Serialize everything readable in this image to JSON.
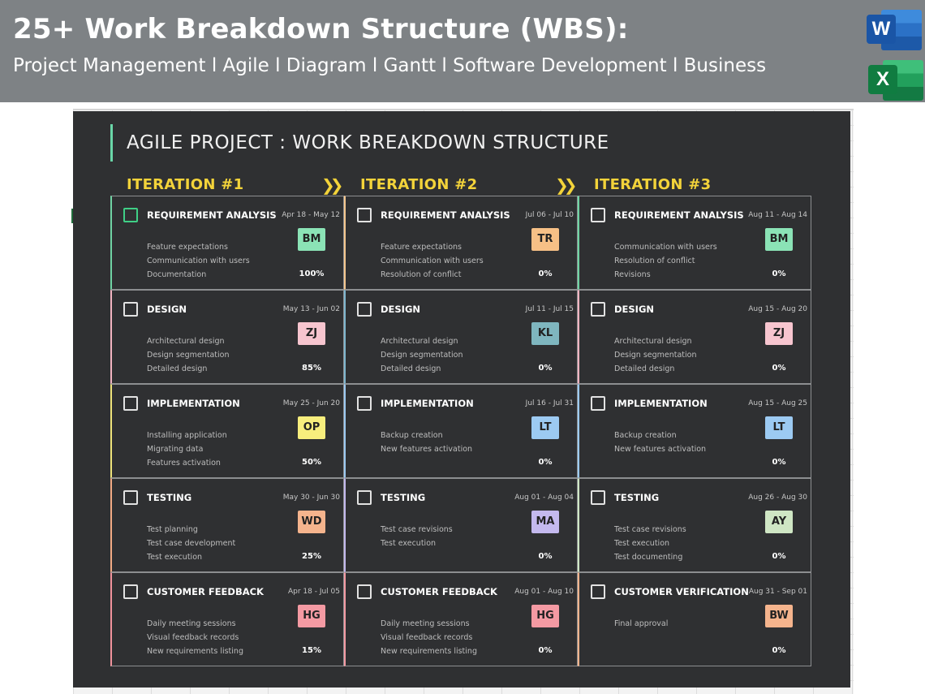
{
  "header": {
    "title": "25+ Work Breakdown Structure (WBS):",
    "subtitle": "Project Management l Agile l Diagram l Gantt l Software Development l Business",
    "word_icon_letter": "W",
    "excel_icon_letter": "X"
  },
  "board": {
    "title": "AGILE PROJECT : WORK BREAKDOWN STRUCTURE",
    "iterations": [
      {
        "label": "ITERATION #1",
        "cells": [
          {
            "task": "REQUIREMENT ANALYSIS",
            "date": "Apr 18 - May 12",
            "items": [
              "Feature expectations",
              "Communication with users",
              "Documentation"
            ],
            "owner": "BM",
            "owner_color": "#8be3b6",
            "percent": "100%",
            "accent": "#6fd3a3",
            "checkbox_active": true
          },
          {
            "task": "DESIGN",
            "date": "May 13 - Jun 02",
            "items": [
              "Architectural design",
              "Design segmentation",
              "Detailed design"
            ],
            "owner": "ZJ",
            "owner_color": "#f7c5cf",
            "percent": "85%",
            "accent": "#f2b4c1"
          },
          {
            "task": "IMPLEMENTATION",
            "date": "May 25 - Jun 20",
            "items": [
              "Installing application",
              "Migrating data",
              "Features activation"
            ],
            "owner": "OP",
            "owner_color": "#f7ee7d",
            "percent": "50%",
            "accent": "#eee27a"
          },
          {
            "task": "TESTING",
            "date": "May 30 - Jun 30",
            "items": [
              "Test planning",
              "Test case development",
              "Test execution"
            ],
            "owner": "WD",
            "owner_color": "#f5b48d",
            "percent": "25%",
            "accent": "#f2aa84"
          },
          {
            "task": "CUSTOMER FEEDBACK",
            "date": "Apr 18 - Jul 05",
            "items": [
              "Daily meeting sessions",
              "Visual feedback records",
              "New requirements listing"
            ],
            "owner": "HG",
            "owner_color": "#f49aa3",
            "percent": "15%",
            "accent": "#f0939c"
          }
        ]
      },
      {
        "label": "ITERATION #2",
        "cells": [
          {
            "task": "REQUIREMENT ANALYSIS",
            "date": "Jul 06 - Jul 10",
            "items": [
              "Feature expectations",
              "Communication with users",
              "Resolution of conflict"
            ],
            "owner": "TR",
            "owner_color": "#f7c086",
            "percent": "0%",
            "accent": "#f5c78e"
          },
          {
            "task": "DESIGN",
            "date": "Jul 11 - Jul 15",
            "items": [
              "Architectural design",
              "Design segmentation",
              "Detailed design"
            ],
            "owner": "KL",
            "owner_color": "#7fb6bf",
            "percent": "0%",
            "accent": "#7fb6cf"
          },
          {
            "task": "IMPLEMENTATION",
            "date": "Jul 16 - Jul 31",
            "items": [
              "Backup creation",
              "New features activation"
            ],
            "owner": "LT",
            "owner_color": "#9ccaf2",
            "percent": "0%",
            "accent": "#9ccaf2"
          },
          {
            "task": "TESTING",
            "date": "Aug 01 - Aug 04",
            "items": [
              "Test case revisions",
              "Test execution"
            ],
            "owner": "MA",
            "owner_color": "#c4b9ee",
            "percent": "0%",
            "accent": "#c4b9ee"
          },
          {
            "task": "CUSTOMER FEEDBACK",
            "date": "Aug 01 - Aug 10",
            "items": [
              "Daily meeting sessions",
              "Visual feedback records",
              "New requirements listing"
            ],
            "owner": "HG",
            "owner_color": "#f49aa3",
            "percent": "0%",
            "accent": "#f49aa3"
          }
        ]
      },
      {
        "label": "ITERATION #3",
        "cells": [
          {
            "task": "REQUIREMENT ANALYSIS",
            "date": "Aug 11 - Aug 14",
            "items": [
              "Communication with users",
              "Resolution of conflict",
              "Revisions"
            ],
            "owner": "BM",
            "owner_color": "#8be3b6",
            "percent": "0%",
            "accent": "#6fd3a3"
          },
          {
            "task": "DESIGN",
            "date": "Aug 15 - Aug 20",
            "items": [
              "Architectural design",
              "Design segmentation",
              "Detailed design"
            ],
            "owner": "ZJ",
            "owner_color": "#f7c5cf",
            "percent": "0%",
            "accent": "#f2b4c1"
          },
          {
            "task": "IMPLEMENTATION",
            "date": "Aug 15 - Aug 25",
            "items": [
              "Backup creation",
              "New features activation"
            ],
            "owner": "LT",
            "owner_color": "#9ccaf2",
            "percent": "0%",
            "accent": "#9ccaf2"
          },
          {
            "task": "TESTING",
            "date": "Aug 26 - Aug 30",
            "items": [
              "Test case revisions",
              "Test execution",
              "Test documenting"
            ],
            "owner": "AY",
            "owner_color": "#cfe6c4",
            "percent": "0%",
            "accent": "#cfe6c4"
          },
          {
            "task": "CUSTOMER VERIFICATION",
            "date": "Aug 31 - Sep 01",
            "items": [
              "Final approval"
            ],
            "owner": "BW",
            "owner_color": "#f5b48d",
            "percent": "0%",
            "accent": "#f5b48d"
          }
        ]
      }
    ],
    "arrow_glyph": "❯❯"
  }
}
